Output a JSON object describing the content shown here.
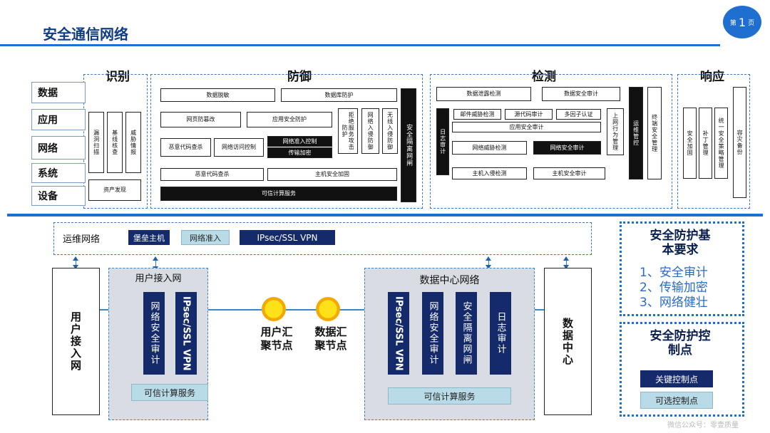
{
  "header": {
    "title": "安全通信网络",
    "page_prefix": "第",
    "page_number": "1",
    "page_suffix": "页"
  },
  "matrix": {
    "columns": [
      "识别",
      "防御",
      "检测",
      "响应"
    ],
    "rows": [
      "数据",
      "应用",
      "网络",
      "系统",
      "设备"
    ],
    "identify": {
      "vertical": [
        "漏洞扫描",
        "基线核查",
        "威胁情报"
      ],
      "asset": "资产发现"
    },
    "defense": {
      "db_mask": "数据脱敏",
      "db_protect": "数据库防护",
      "web_tamper": "网页防篡改",
      "app_protect": "应用安全防护",
      "ddos": "拒绝服务攻击防护",
      "ips": "网络入侵防御",
      "wips": "无线入侵防御",
      "isolation": "安全隔离网闸",
      "malware_net": "恶意代码查杀",
      "access_ctrl": "网络访问控制",
      "nac": "网络准入控制",
      "enc": "传输加密",
      "malware_sys": "恶意代码查杀",
      "host_harden": "主机安全加固",
      "trusted": "可信计算服务"
    },
    "detect": {
      "dlp": "数据泄露检测",
      "db_audit": "数据安全审计",
      "log_audit": "日志审计",
      "mail": "邮件威胁检测",
      "code_audit": "源代码审计",
      "mfa": "多因子认证",
      "app_audit": "应用安全审计",
      "behavior": "上网行为管理",
      "ops": "运维管控",
      "threat_detect": "网络威胁检测",
      "net_audit": "网络安全审计",
      "host_ids": "主机入侵检测",
      "host_audit": "主机安全审计",
      "endpoint": "终端安全管理"
    },
    "respond": {
      "harden": "安全加固",
      "patch": "补丁管理",
      "policy": "统一安全策略管理",
      "dr": "容灾备份"
    }
  },
  "network": {
    "ops_label": "运维网络",
    "ops_items": [
      "堡垒主机",
      "网络准入",
      "IPsec/SSL VPN"
    ],
    "user_access": "用户接入网",
    "user_zone_title": "用户接入网",
    "user_zone_items": [
      "网络安全审计",
      "IPsec/SSL VPN"
    ],
    "user_zone_trusted": "可信计算服务",
    "user_node": "用户汇聚节点",
    "data_node": "数据汇聚节点",
    "dc_zone_title": "数据中心网络",
    "dc_zone_items": [
      "IPsec/SSL VPN",
      "网络安全审计",
      "安全隔离网闸",
      "日志审计"
    ],
    "dc_zone_trusted": "可信计算服务",
    "data_center": "数据中心"
  },
  "requirements": {
    "title": "安全防护基本要求",
    "items": [
      "1、安全审计",
      "2、传输加密",
      "3、网络健壮"
    ]
  },
  "controls": {
    "title": "安全防护控制点",
    "key": "关键控制点",
    "optional": "可选控制点"
  },
  "watermark": "微信公众号：零壹质量",
  "colors": {
    "accent": "#1f6fd1",
    "navy": "#142a6b",
    "light": "#b9dbe7",
    "node": "#f5a800"
  }
}
